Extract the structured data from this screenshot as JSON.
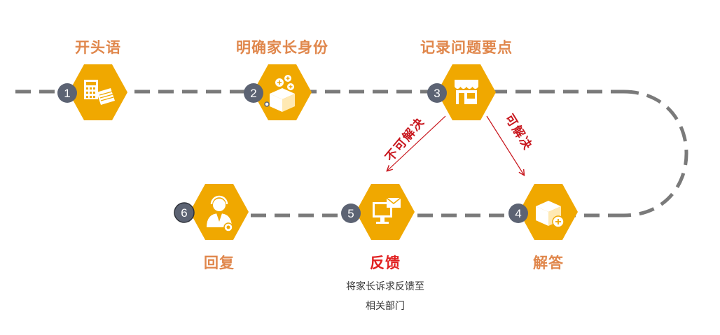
{
  "colors": {
    "hex_fill": "#f0a800",
    "badge_fill": "#5c6373",
    "path_stroke": "#7a7a7a",
    "title_orange": "#e0874c",
    "title_red": "#e11f1f",
    "branch_red": "#c8161d"
  },
  "steps": [
    {
      "number": "1",
      "title": "开头语",
      "icon": "calculator-documents-icon"
    },
    {
      "number": "2",
      "title": "明确家长身份",
      "icon": "box-plus-icon"
    },
    {
      "number": "3",
      "title": "记录问题要点",
      "icon": "shop-storefront-icon"
    },
    {
      "number": "4",
      "title": "解答",
      "icon": "box-plus-icon"
    },
    {
      "number": "5",
      "title": "反馈",
      "icon": "computer-mail-icon",
      "note_line1": "将家长诉求反馈至",
      "note_line2": "相关部门"
    },
    {
      "number": "6",
      "title": "回复",
      "icon": "service-agent-icon"
    }
  ],
  "branches": {
    "unsolvable": "不可解决",
    "solvable": "可解决"
  }
}
